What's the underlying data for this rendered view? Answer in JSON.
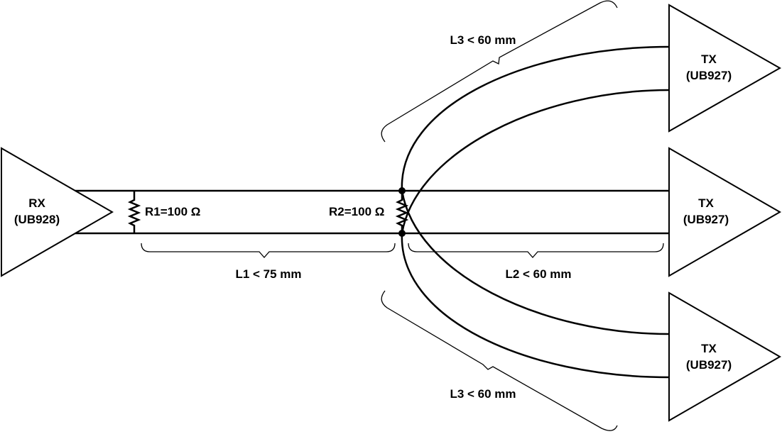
{
  "receiver": {
    "name": "RX",
    "part": "(UB928)"
  },
  "transmitters": [
    {
      "name": "TX",
      "part": "(UB927)"
    },
    {
      "name": "TX",
      "part": "(UB927)"
    },
    {
      "name": "TX",
      "part": "(UB927)"
    }
  ],
  "resistors": {
    "r1": "R1=100 Ω",
    "r2": "R2=100 Ω"
  },
  "lengths": {
    "l1": "L1 < 75 mm",
    "l2": "L2 < 60 mm",
    "l3_top": "L3 < 60 mm",
    "l3_bottom": "L3 < 60 mm"
  },
  "colors": {
    "line": "#000000",
    "background": "#ffffff"
  }
}
